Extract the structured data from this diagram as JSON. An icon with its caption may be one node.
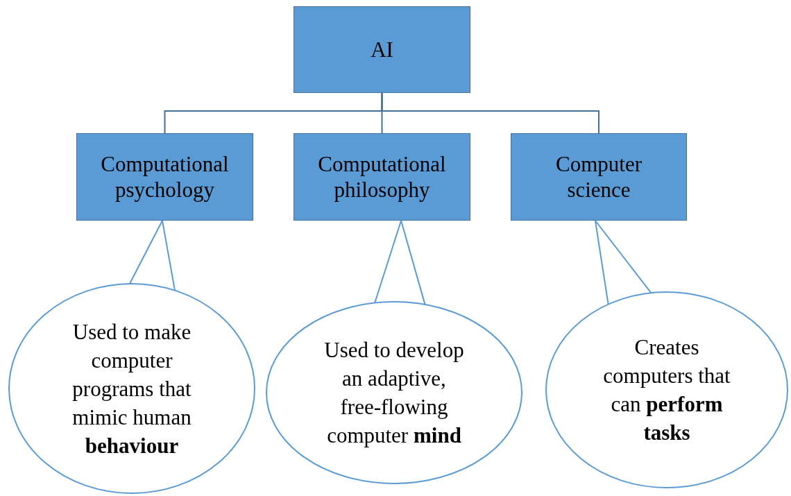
{
  "diagram": {
    "nodes": [
      {
        "text": [
          "AI"
        ]
      },
      {
        "text": [
          "Computational psychology"
        ]
      },
      {
        "text": [
          "Computational philosophy"
        ]
      },
      {
        "text": [
          "Computer science"
        ]
      },
      {
        "text": [
          "Used to make computer programs that mimic human **behaviour**"
        ]
      },
      {
        "text": [
          "Used to develop an adaptive, free-flowing computer **mind**"
        ]
      },
      {
        "text": [
          "Creates computers that can **perform tasks**"
        ]
      }
    ],
    "edges": [
      {
        "from": 0,
        "to": 1,
        "arrow": "none"
      },
      {
        "from": 0,
        "to": 2,
        "arrow": "none"
      },
      {
        "from": 0,
        "to": 3,
        "arrow": "none"
      },
      {
        "from": 4,
        "to": 1,
        "arrow": "none"
      },
      {
        "from": 5,
        "to": 2,
        "arrow": "none"
      },
      {
        "from": 6,
        "to": 3,
        "arrow": "none"
      }
    ]
  }
}
